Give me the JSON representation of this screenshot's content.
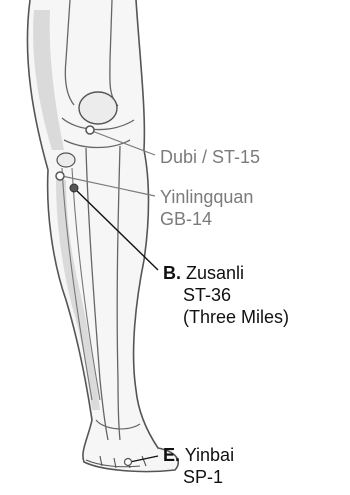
{
  "colors": {
    "muted_label": "#7b7b7b",
    "main_label": "#111111",
    "leg_outline": "#555555",
    "leg_shade": "#cfcfcf"
  },
  "labels": {
    "dubi": {
      "line1": "Dubi / ST-15"
    },
    "yinlingquan": {
      "line1": "Yinlingquan",
      "line2": "GB-14"
    },
    "zusanli": {
      "key": "B.",
      "line1": "Zusanli",
      "line2": "ST-36",
      "line3": "(Three Miles)"
    },
    "yinbai": {
      "key": "E.",
      "line1": "Yinbai",
      "line2": "SP-1"
    }
  }
}
